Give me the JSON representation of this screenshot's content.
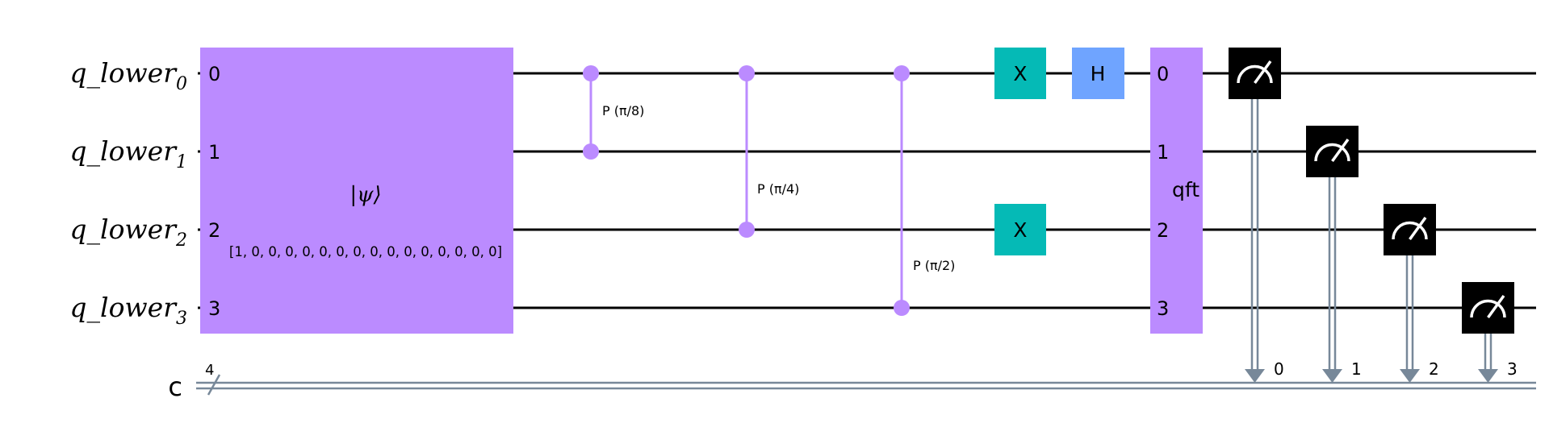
{
  "qubits": [
    {
      "base": "q_lower",
      "index": "0"
    },
    {
      "base": "q_lower",
      "index": "1"
    },
    {
      "base": "q_lower",
      "index": "2"
    },
    {
      "base": "q_lower",
      "index": "3"
    }
  ],
  "classical": {
    "label": "c",
    "size": "4"
  },
  "init_gate": {
    "label": "|ψ⟩",
    "params": "[1, 0, 0, 0, 0, 0, 0, 0, 0, 0, 0, 0, 0, 0, 0, 0]",
    "qubit_labels": [
      "0",
      "1",
      "2",
      "3"
    ]
  },
  "cphase_gates": [
    {
      "control": 0,
      "target": 1,
      "label": "P (π/8)"
    },
    {
      "control": 0,
      "target": 2,
      "label": "P (π/4)"
    },
    {
      "control": 0,
      "target": 3,
      "label": "P (π/2)"
    }
  ],
  "single_gates": [
    {
      "label": "X",
      "qubit": 0,
      "color": "#05bab6"
    },
    {
      "label": "H",
      "qubit": 0,
      "color": "#6fa4ff"
    },
    {
      "label": "X",
      "qubit": 2,
      "color": "#05bab6"
    }
  ],
  "qft_gate": {
    "label": "qft",
    "qubit_labels": [
      "0",
      "1",
      "2",
      "3"
    ],
    "color": "#bb8bff"
  },
  "measurements": [
    {
      "qubit": 0,
      "bit": "0"
    },
    {
      "qubit": 1,
      "bit": "1"
    },
    {
      "qubit": 2,
      "bit": "2"
    },
    {
      "qubit": 3,
      "bit": "3"
    }
  ],
  "colors": {
    "init": "#bb8bff",
    "control": "#bb8bff",
    "measure": "#000000",
    "classical_wire": "#778899"
  }
}
